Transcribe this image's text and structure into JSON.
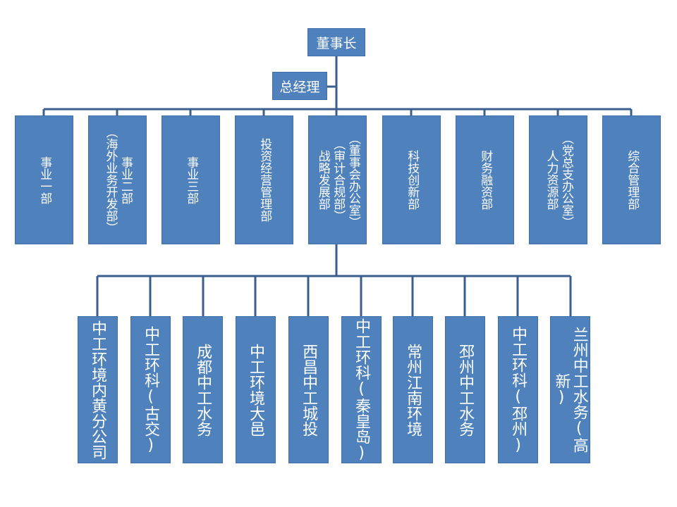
{
  "top": {
    "chairman": "董事长",
    "gm": "总经理"
  },
  "departments": [
    {
      "lines": [
        "事业一部"
      ]
    },
    {
      "lines": [
        "事业二部",
        "（海外业务开发部）"
      ]
    },
    {
      "lines": [
        "事业三部"
      ]
    },
    {
      "lines": [
        "投资经营管理部"
      ]
    },
    {
      "lines": [
        "（董事会办公室）",
        "（审计合规部）",
        "战略发展部"
      ]
    },
    {
      "lines": [
        "科技创新部"
      ]
    },
    {
      "lines": [
        "财务融资部"
      ]
    },
    {
      "lines": [
        "（党总支办公室）",
        "人力资源部"
      ]
    },
    {
      "lines": [
        "综合管理部"
      ]
    }
  ],
  "subsidiaries": [
    "中工环境内黄分公司",
    "中工环科(古交)",
    "成都中工水务",
    "中工环境大邑",
    "西昌中工城投",
    "中工环科(秦皇岛)",
    "常州江南环境",
    "邳州中工水务",
    "中工环科(邳州)",
    "兰州中工水务(高新)"
  ],
  "colors": {
    "box": "#4f81bd",
    "line": "#3a5f8f",
    "text": "#ffffff"
  }
}
